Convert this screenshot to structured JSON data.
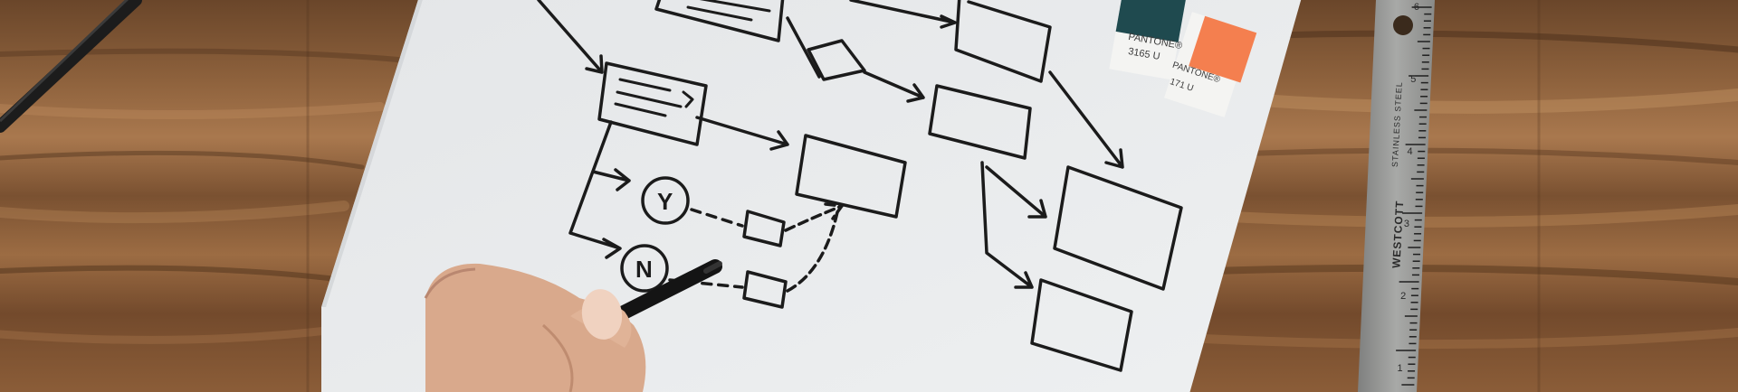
{
  "scene": {
    "description_alt": "",
    "flowchart": {
      "decision_yes": "Y",
      "decision_no": "N"
    },
    "swatches": [
      {
        "brand": "PANTONE®",
        "code": "3165 U",
        "color": "#1f4a4f"
      },
      {
        "brand": "PANTONE®",
        "code": "171 U",
        "color": "#f47f4f"
      }
    ],
    "ruler": {
      "brand": "WESTCOTT",
      "material": "STAINLESS STEEL",
      "numbers": [
        "6",
        "5",
        "4",
        "3",
        "2",
        "1"
      ]
    },
    "colors": {
      "wood_dark": "#5b3b22",
      "wood_mid": "#8a5e3b",
      "wood_light": "#b48156",
      "paper": "#e9ebec",
      "ink": "#1b1b1b",
      "skin": "#d9a98c",
      "ruler": "#9a9a98"
    }
  }
}
